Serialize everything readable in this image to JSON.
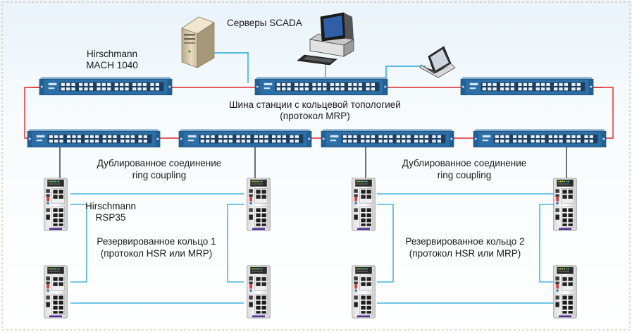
{
  "labels": {
    "servers": "Серверы  SCADA",
    "mach_line1": "Hirschmann",
    "mach_line2": "MACH 1040",
    "bus_line1": "Шина станции с кольцевой топологией",
    "bus_line2": "(протокол MRP)",
    "dup_left_line1": "Дублированное соединение",
    "dup_left_line2": "ring coupling",
    "dup_right_line1": "Дублированное соединение",
    "dup_right_line2": "ring coupling",
    "rsp_line1": "Hirschmann",
    "rsp_line2": "RSP35",
    "ring1_line1": "Резервированное кольцо 1",
    "ring1_line2": "(протокол HSR или MRP)",
    "ring2_line1": "Резервированное кольцо 2",
    "ring2_line2": "(протокол HSR или MRP)"
  },
  "colors": {
    "background_tint": "#eef6fb",
    "frame_dash": "#c9b98e",
    "ring_red": "#e0262b",
    "link_blue": "#23a6dc",
    "link_black": "#111111",
    "switch_blue": "#2c6fa7"
  }
}
